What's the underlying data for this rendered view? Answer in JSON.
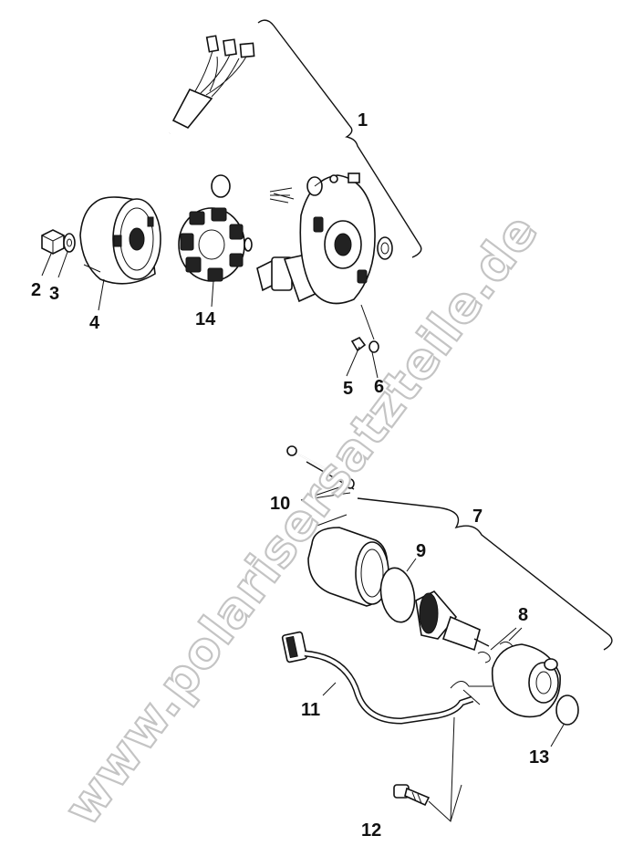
{
  "watermark": "www.polarisersatzteile.de",
  "callouts": [
    {
      "id": "1",
      "label": "1"
    },
    {
      "id": "2",
      "label": "2"
    },
    {
      "id": "3",
      "label": "3"
    },
    {
      "id": "4",
      "label": "4"
    },
    {
      "id": "5",
      "label": "5"
    },
    {
      "id": "6",
      "label": "6"
    },
    {
      "id": "7",
      "label": "7"
    },
    {
      "id": "8",
      "label": "8"
    },
    {
      "id": "9",
      "label": "9"
    },
    {
      "id": "10",
      "label": "10"
    },
    {
      "id": "11",
      "label": "11"
    },
    {
      "id": "12",
      "label": "12"
    },
    {
      "id": "13",
      "label": "13"
    },
    {
      "id": "14",
      "label": "14"
    }
  ]
}
